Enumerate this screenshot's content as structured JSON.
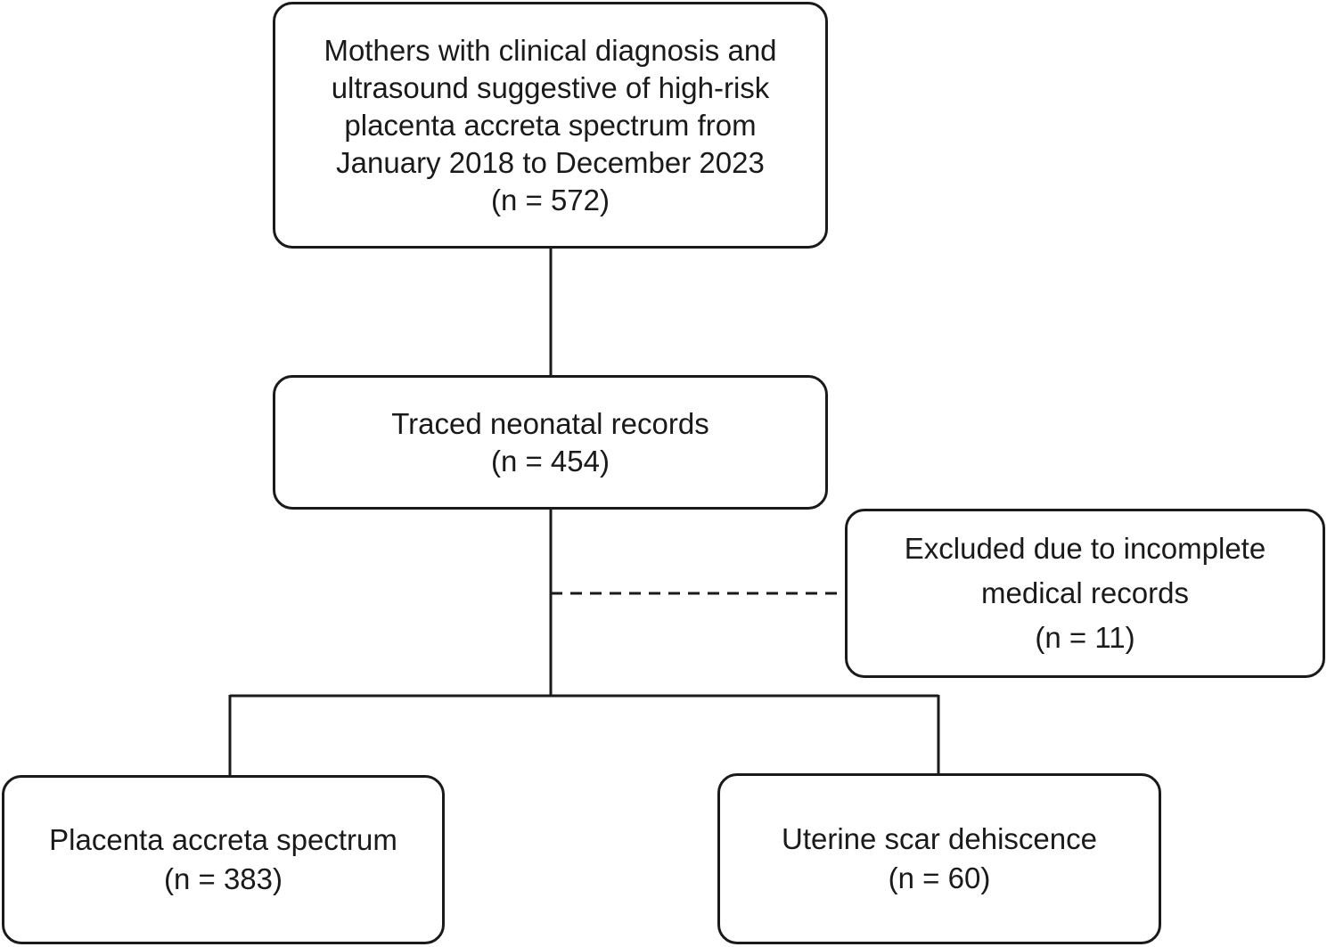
{
  "flowchart": {
    "top_box": {
      "lines": [
        "Mothers with clinical diagnosis and",
        "ultrasound suggestive of high-risk",
        "placenta accreta spectrum from",
        "January 2018 to December 2023",
        "(n = 572)"
      ]
    },
    "traced_box": {
      "lines": [
        "Traced neonatal records",
        "(n = 454)"
      ]
    },
    "excluded_box": {
      "lines": [
        "Excluded due to incomplete",
        "medical records",
        "(n = 11)"
      ]
    },
    "pas_box": {
      "lines": [
        "Placenta accreta spectrum",
        "(n = 383)"
      ]
    },
    "usd_box": {
      "lines": [
        "Uterine scar dehiscence",
        "(n = 60)"
      ]
    }
  },
  "colors": {
    "stroke": "#1a1a1a",
    "background": "#ffffff"
  }
}
